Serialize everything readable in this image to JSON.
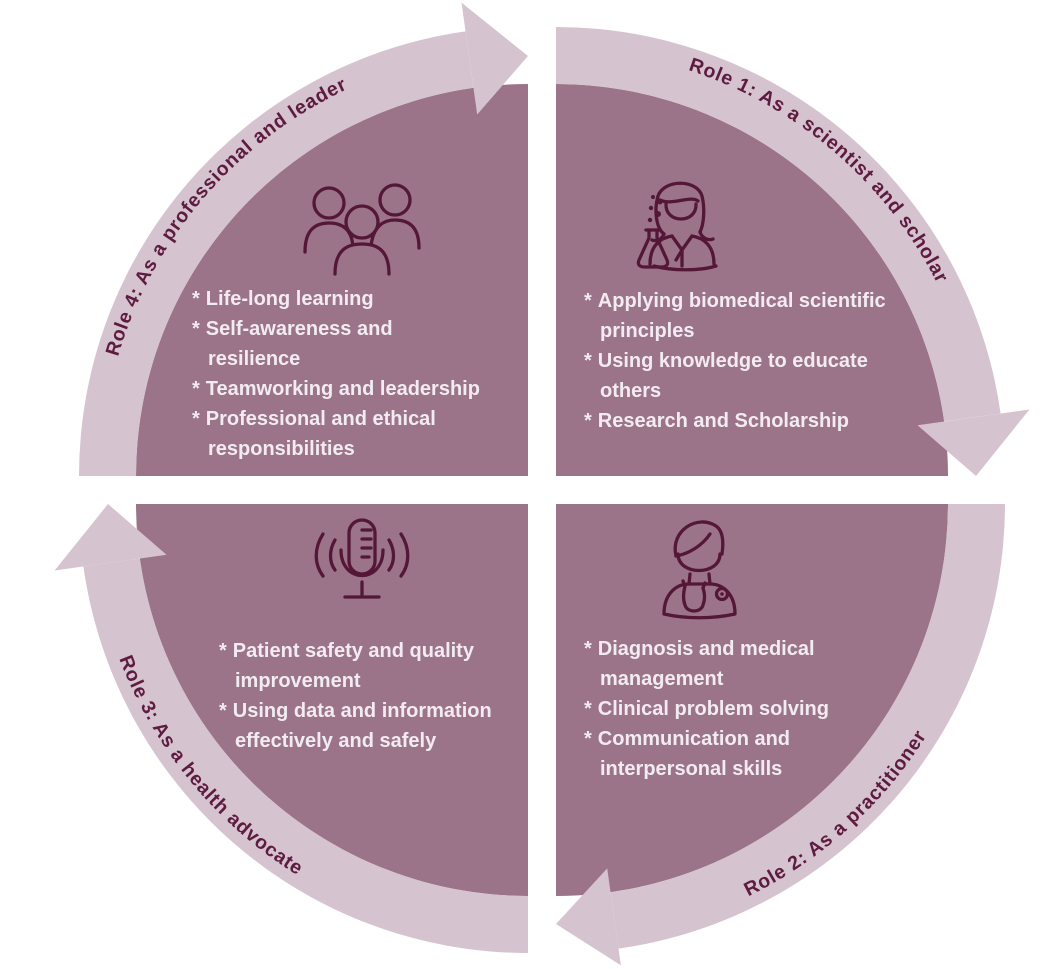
{
  "figure": {
    "bullet_marker": "*",
    "colors": {
      "background": "#ffffff",
      "quadrant_fill": "#9b7489",
      "band_fill": "#d5c3d0",
      "role_text": "#5e1b40",
      "icon_stroke": "#541737",
      "bullet_text": "#f2ecf2"
    },
    "quadrants": [
      {
        "id": "role1",
        "position": "top-right",
        "role_label": "Role 1: As a scientist and scholar",
        "icon": "female-scientist-icon",
        "bullets": [
          "Applying biomedical scientific principles",
          "Using knowledge to educate others",
          "Research and Scholarship"
        ]
      },
      {
        "id": "role2",
        "position": "bottom-right",
        "role_label": "Role 2: As a practitioner",
        "icon": "doctor-icon",
        "bullets": [
          "Diagnosis and medical management",
          "Clinical problem solving",
          "Communication and interpersonal skills"
        ]
      },
      {
        "id": "role3",
        "position": "bottom-left",
        "role_label": "Role 3: As a health advocate",
        "icon": "microphone-icon",
        "bullets": [
          "Patient safety and quality improvement",
          "Using data and information effectively and safely"
        ]
      },
      {
        "id": "role4",
        "position": "top-left",
        "role_label": "Role 4: As a professional and leader",
        "icon": "people-group-icon",
        "bullets": [
          "Life-long learning",
          "Self-awareness and resilience",
          "Teamworking and leadership",
          "Professional and ethical responsibilities"
        ]
      }
    ]
  }
}
